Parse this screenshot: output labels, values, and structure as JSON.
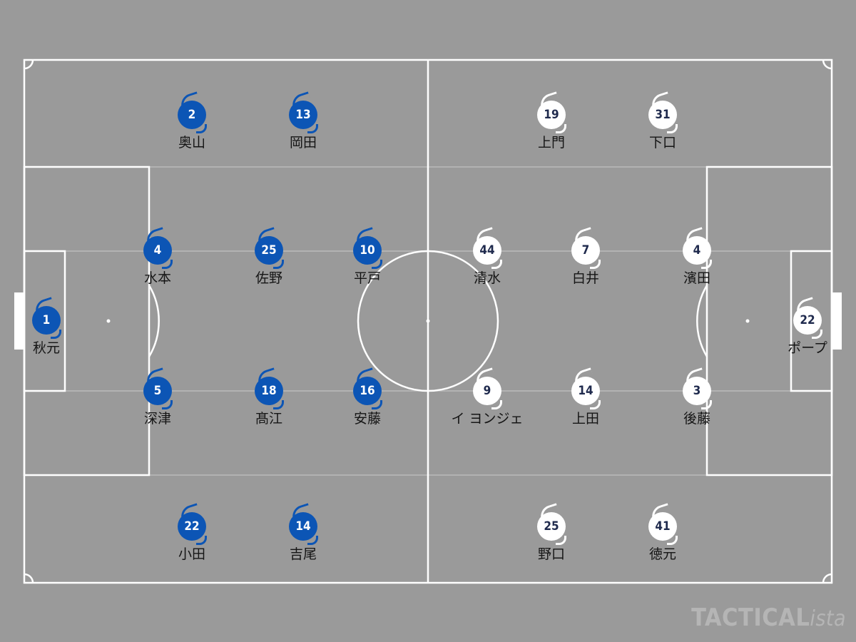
{
  "colors": {
    "background": "#9a9a9a",
    "lines": "#ffffff",
    "home_team": "#0c55b5",
    "away_team": "#ffffff",
    "away_number": "#1f2a4d"
  },
  "home": {
    "players": [
      {
        "number": "1",
        "name": "秋元"
      },
      {
        "number": "4",
        "name": "水本"
      },
      {
        "number": "5",
        "name": "深津"
      },
      {
        "number": "25",
        "name": "佐野"
      },
      {
        "number": "18",
        "name": "髙江"
      },
      {
        "number": "10",
        "name": "平戸"
      },
      {
        "number": "16",
        "name": "安藤"
      },
      {
        "number": "2",
        "name": "奥山"
      },
      {
        "number": "13",
        "name": "岡田"
      },
      {
        "number": "22",
        "name": "小田"
      },
      {
        "number": "14",
        "name": "吉尾"
      }
    ]
  },
  "away": {
    "players": [
      {
        "number": "22",
        "name": "ポープ"
      },
      {
        "number": "4",
        "name": "濱田"
      },
      {
        "number": "3",
        "name": "後藤"
      },
      {
        "number": "7",
        "name": "白井"
      },
      {
        "number": "14",
        "name": "上田"
      },
      {
        "number": "44",
        "name": "清水"
      },
      {
        "number": "9",
        "name": "イ ヨンジェ"
      },
      {
        "number": "19",
        "name": "上門"
      },
      {
        "number": "31",
        "name": "下口"
      },
      {
        "number": "25",
        "name": "野口"
      },
      {
        "number": "41",
        "name": "徳元"
      }
    ]
  },
  "watermark": {
    "main": "TACTICAL",
    "suffix": "ista"
  }
}
